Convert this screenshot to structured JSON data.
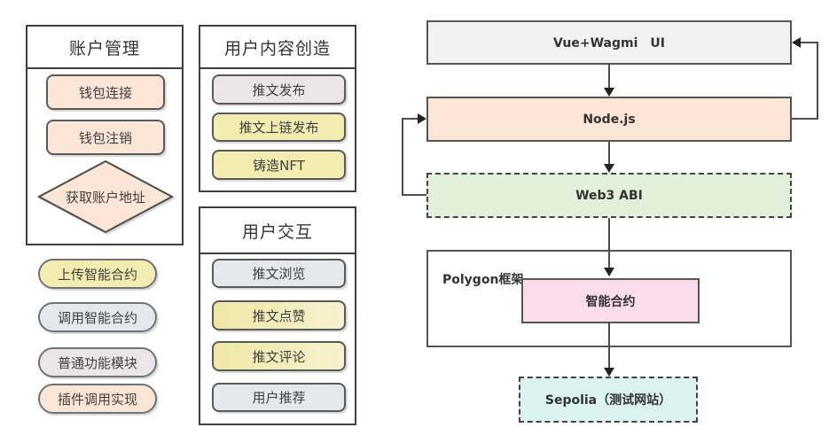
{
  "palette": {
    "peach": "#fbe5d6",
    "yellow": "#f2ecb0",
    "gray_blue": "#e4e8eb",
    "pink_gray": "#ebe5e8",
    "light_gray": "#f2f2f3",
    "green": "#e2f0d9",
    "pink": "#fadcea",
    "cyan": "#dbf2f0",
    "line": "#4d4d4d"
  },
  "left_panel": {
    "account_box": {
      "title": "账户管理",
      "wallet_connect": "钱包连接",
      "wallet_logout": "钱包注销",
      "get_address_diamond": "获取账户地址"
    },
    "pills": [
      {
        "label": "上传智能合约",
        "color": "yellow"
      },
      {
        "label": "调用智能合约",
        "color": "gray_blue"
      },
      {
        "label": "普通功能模块",
        "color": "pink_gray"
      },
      {
        "label": "插件调用实现",
        "color": "peach"
      }
    ]
  },
  "middle_panel": {
    "content_box": {
      "title": "用户内容创造",
      "items": [
        {
          "label": "推文发布",
          "color": "pink_gray"
        },
        {
          "label": "推文上链发布",
          "color": "yellow"
        },
        {
          "label": "铸造NFT",
          "color": "yellow"
        }
      ]
    },
    "interaction_box": {
      "title": "用户交互",
      "items": [
        {
          "label": "推文浏览",
          "color": "gray_blue"
        },
        {
          "label": "推文点赞",
          "color": "yellow"
        },
        {
          "label": "推文评论",
          "color": "yellow"
        },
        {
          "label": "用户推荐",
          "color": "gray_blue"
        }
      ]
    }
  },
  "flow": {
    "ui_box": "Vue+Wagmi　UI",
    "node_box": "Node.js",
    "web3_box": "Web3 ABI",
    "polygon_container_label": "Polygon框架",
    "contract_box": "智能合约",
    "sepolia_box": "Sepolia（测试网站）"
  }
}
